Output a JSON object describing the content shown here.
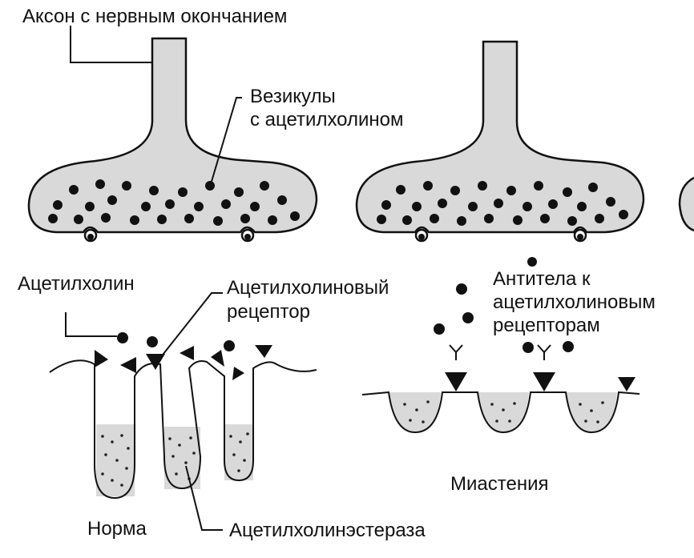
{
  "labels": {
    "axon": "Аксон с нервным окончанием",
    "vesicles_line1": "Везикулы",
    "vesicles_line2": "с ацетилхолином",
    "acetylcholine": "Ацетилхолин",
    "receptor_line1": "Ацетилхолиновый",
    "receptor_line2": "рецептор",
    "antibodies_line1": "Антитела к",
    "antibodies_line2": "ацетилхолиновым",
    "antibodies_line3": "рецепторам",
    "norm": "Норма",
    "acetylcholinesterase": "Ацетилхолинэстераза",
    "myasthenia": "Миастения"
  },
  "colors": {
    "fill_gray": "#d9d9d9",
    "ink": "#111111",
    "background": "#ffffff"
  }
}
